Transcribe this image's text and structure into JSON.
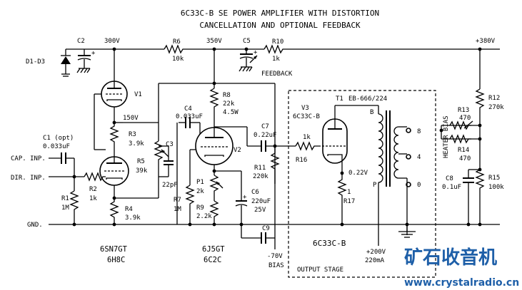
{
  "title": {
    "line1": "6C33C-B SE POWER AMPLIFIER WITH DISTORTION",
    "line2": "CANCELLATION AND OPTIONAL FEEDBACK"
  },
  "rails": {
    "v300": "300V",
    "v350": "350V",
    "v380": "+380V",
    "v150": "150V"
  },
  "components": {
    "d1d3": "D1-D3",
    "c2": "C2",
    "r6": "R6",
    "r6_val": "10k",
    "c5": "C5",
    "r10": "R10",
    "r10_val": "1k",
    "feedback": "FEEDBACK",
    "v1": "V1",
    "r3": "R3",
    "r3_val": "3.9k",
    "c1": "C1 (opt)",
    "c1_val": "0.033uF",
    "cap_inp": "CAP. INP.",
    "dir_inp": "DIR. INP.",
    "r1": "R1",
    "r1_val": "1M",
    "r2": "R2",
    "r2_val": "1k",
    "r5": "R5",
    "r5_val": "39k",
    "c3": "C3",
    "c3_val": "22pF",
    "r4": "R4",
    "r4_val": "3.9k",
    "c4": "C4",
    "c4_val": "0.033uF",
    "r8": "R8",
    "r8_val": "22k",
    "r8_w": "4.5W",
    "v2": "V2",
    "p1": "P1",
    "p1_val": "2k",
    "r7": "R7",
    "r7_val": "1M",
    "r9": "R9",
    "r9_val": "2.2k",
    "c6": "C6",
    "c6_val": "220uF",
    "c6_v": "25V",
    "c7": "C7",
    "c7_val": "0.22uF",
    "r11": "R11",
    "r11_val": "220k",
    "c9": "C9",
    "bias": "-70V",
    "bias_label": "BIAS",
    "r16": "R16",
    "r16_val": "1k",
    "v3": "V3",
    "v3_type": "6C33C-B",
    "t1": "T1",
    "t1_type": "EB-666/224",
    "volt_022": "0.22V",
    "r17": "R17",
    "r17_val": "1",
    "out_b": "B",
    "out_p": "P",
    "tap8": "8",
    "tap4": "4",
    "tap0": "0",
    "r12": "R12",
    "r12_val": "270k",
    "r13": "R13",
    "r13_val": "470",
    "r14": "R14",
    "r14_val": "470",
    "heater_bias": "HEATER BIAS",
    "c8": "C8",
    "c8_val": "0.1uF",
    "r15": "R15",
    "r15_val": "100k",
    "gnd": "GND.",
    "tube1a": "6SN7GT",
    "tube1b": "6H8C",
    "tube2a": "6J5GT",
    "tube2b": "6C2C",
    "output_big": "6C33C-B",
    "output_stage": "OUTPUT STAGE",
    "supply_v": "+200V",
    "supply_i": "220mA"
  },
  "logo": {
    "cn": "矿石收音机",
    "url": "www.crystalradio.cn"
  },
  "colors": {
    "ink": "#000000",
    "logo": "#1e5fa8",
    "background": "#ffffff"
  }
}
